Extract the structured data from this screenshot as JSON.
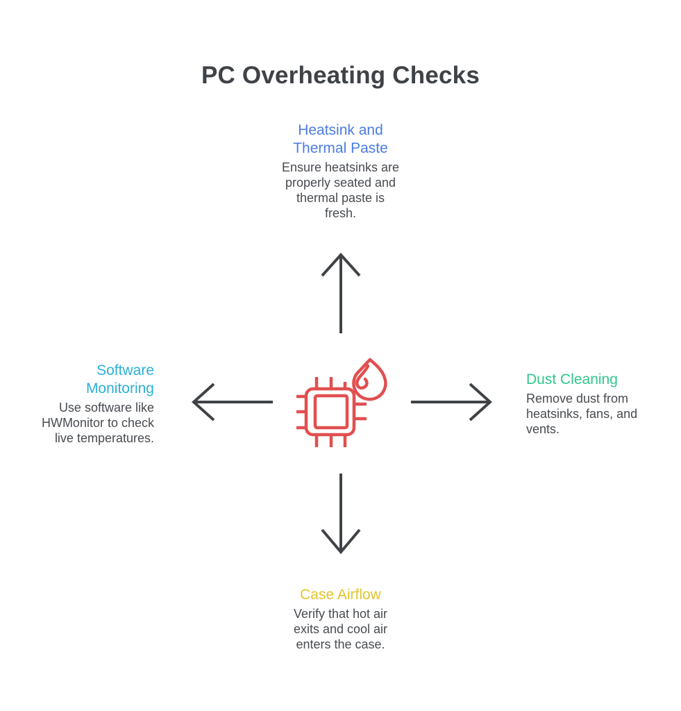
{
  "title": "PC Overheating Checks",
  "colors": {
    "title_text": "#3F4347",
    "body_text": "#474B50",
    "arrow": "#3F4347",
    "icon_red": "#E14F4F"
  },
  "icons": {
    "center": "cpu-chip-with-flame",
    "arrows": [
      "arrow-up",
      "arrow-right",
      "arrow-down",
      "arrow-left"
    ]
  },
  "nodes": {
    "top": {
      "heading": "Heatsink and\nThermal Paste",
      "heading_color": "#4B7BE5",
      "body": "Ensure heatsinks are\nproperly seated and\nthermal paste is\nfresh."
    },
    "left": {
      "heading": "Software\nMonitoring",
      "heading_color": "#2BB0D6",
      "body": "Use software like\nHWMonitor to check\nlive temperatures."
    },
    "right": {
      "heading": "Dust Cleaning",
      "heading_color": "#30C88D",
      "body": "Remove dust from\nheatsinks, fans, and\nvents."
    },
    "bottom": {
      "heading": "Case Airflow",
      "heading_color": "#E2C42C",
      "body": "Verify that hot air\nexits and cool air\nenters the case."
    }
  }
}
